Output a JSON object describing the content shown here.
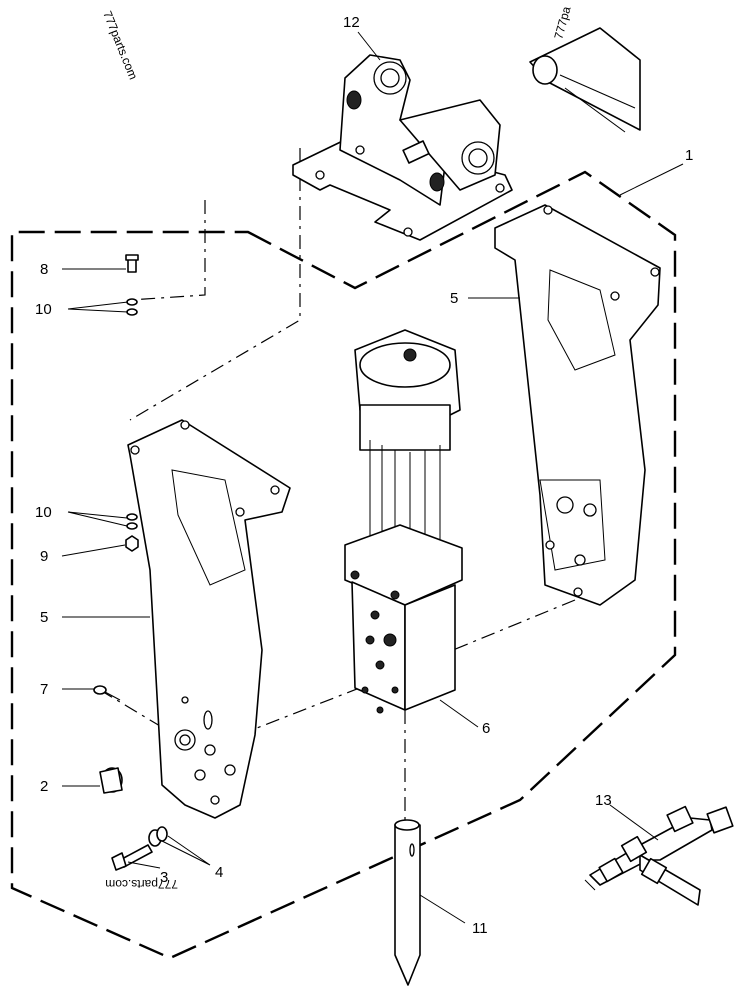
{
  "watermark": "777parts.com",
  "watermark_partial": "777pa",
  "callouts": {
    "c1": "1",
    "c2": "2",
    "c3": "3",
    "c4": "4",
    "c5a": "5",
    "c5b": "5",
    "c6": "6",
    "c7": "7",
    "c8": "8",
    "c9": "9",
    "c10a": "10",
    "c10b": "10",
    "c11": "11",
    "c12": "12",
    "c13": "13"
  }
}
